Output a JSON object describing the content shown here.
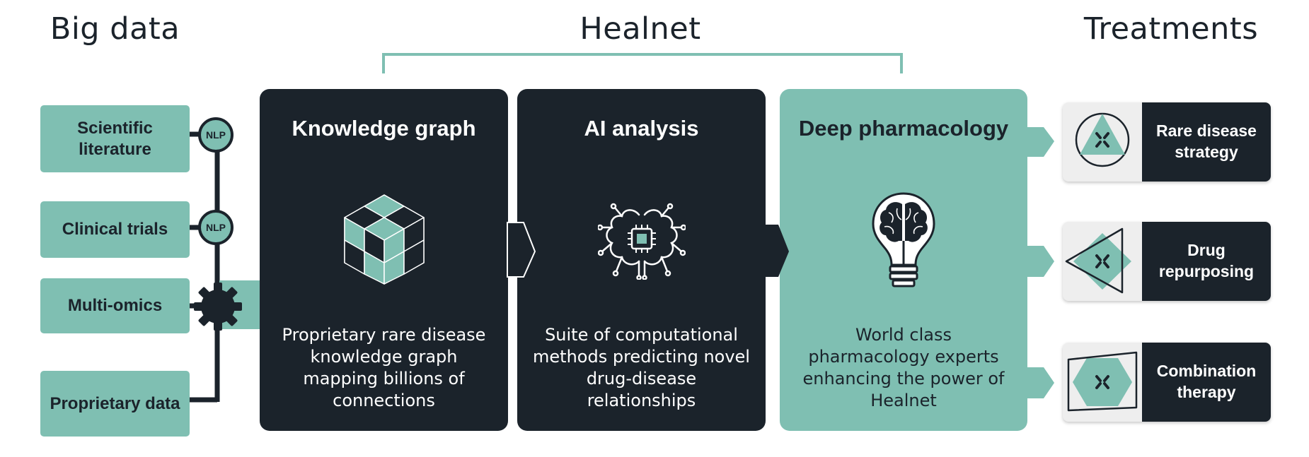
{
  "headings": {
    "big_data": "Big data",
    "healnet": "Healnet",
    "treatments": "Treatments"
  },
  "sources": [
    {
      "label": "Scientific literature",
      "badge": "NLP",
      "badge_icon": ""
    },
    {
      "label": "Clinical trials",
      "badge": "NLP",
      "badge_icon": ""
    },
    {
      "label": "Multi-omics",
      "badge": "",
      "badge_icon": "gear-icon"
    },
    {
      "label": "Proprietary data",
      "badge": "",
      "badge_icon": ""
    }
  ],
  "panels": [
    {
      "title": "Knowledge graph",
      "icon": "cube-icon",
      "text": "Proprietary rare disease knowledge graph mapping billions of connections"
    },
    {
      "title": "AI analysis",
      "icon": "brain-chip-icon",
      "text": "Suite of computational methods predicting novel drug-disease relationships"
    },
    {
      "title": "Deep pharmacology",
      "icon": "lightbulb-brain-icon",
      "text": "World class pharmacology experts enhancing the power of Healnet"
    }
  ],
  "treatments": [
    {
      "label": "Rare disease strategy",
      "icon": "circle-triangle-icon"
    },
    {
      "label": "Drug repurposing",
      "icon": "triangle-diamond-icon"
    },
    {
      "label": "Combination therapy",
      "icon": "hexagon-parallelogram-icon"
    }
  ],
  "colors": {
    "dark": "#1b232b",
    "teal": "#7fbfb2",
    "light_gray": "#eeeeee",
    "white": "#ffffff"
  }
}
